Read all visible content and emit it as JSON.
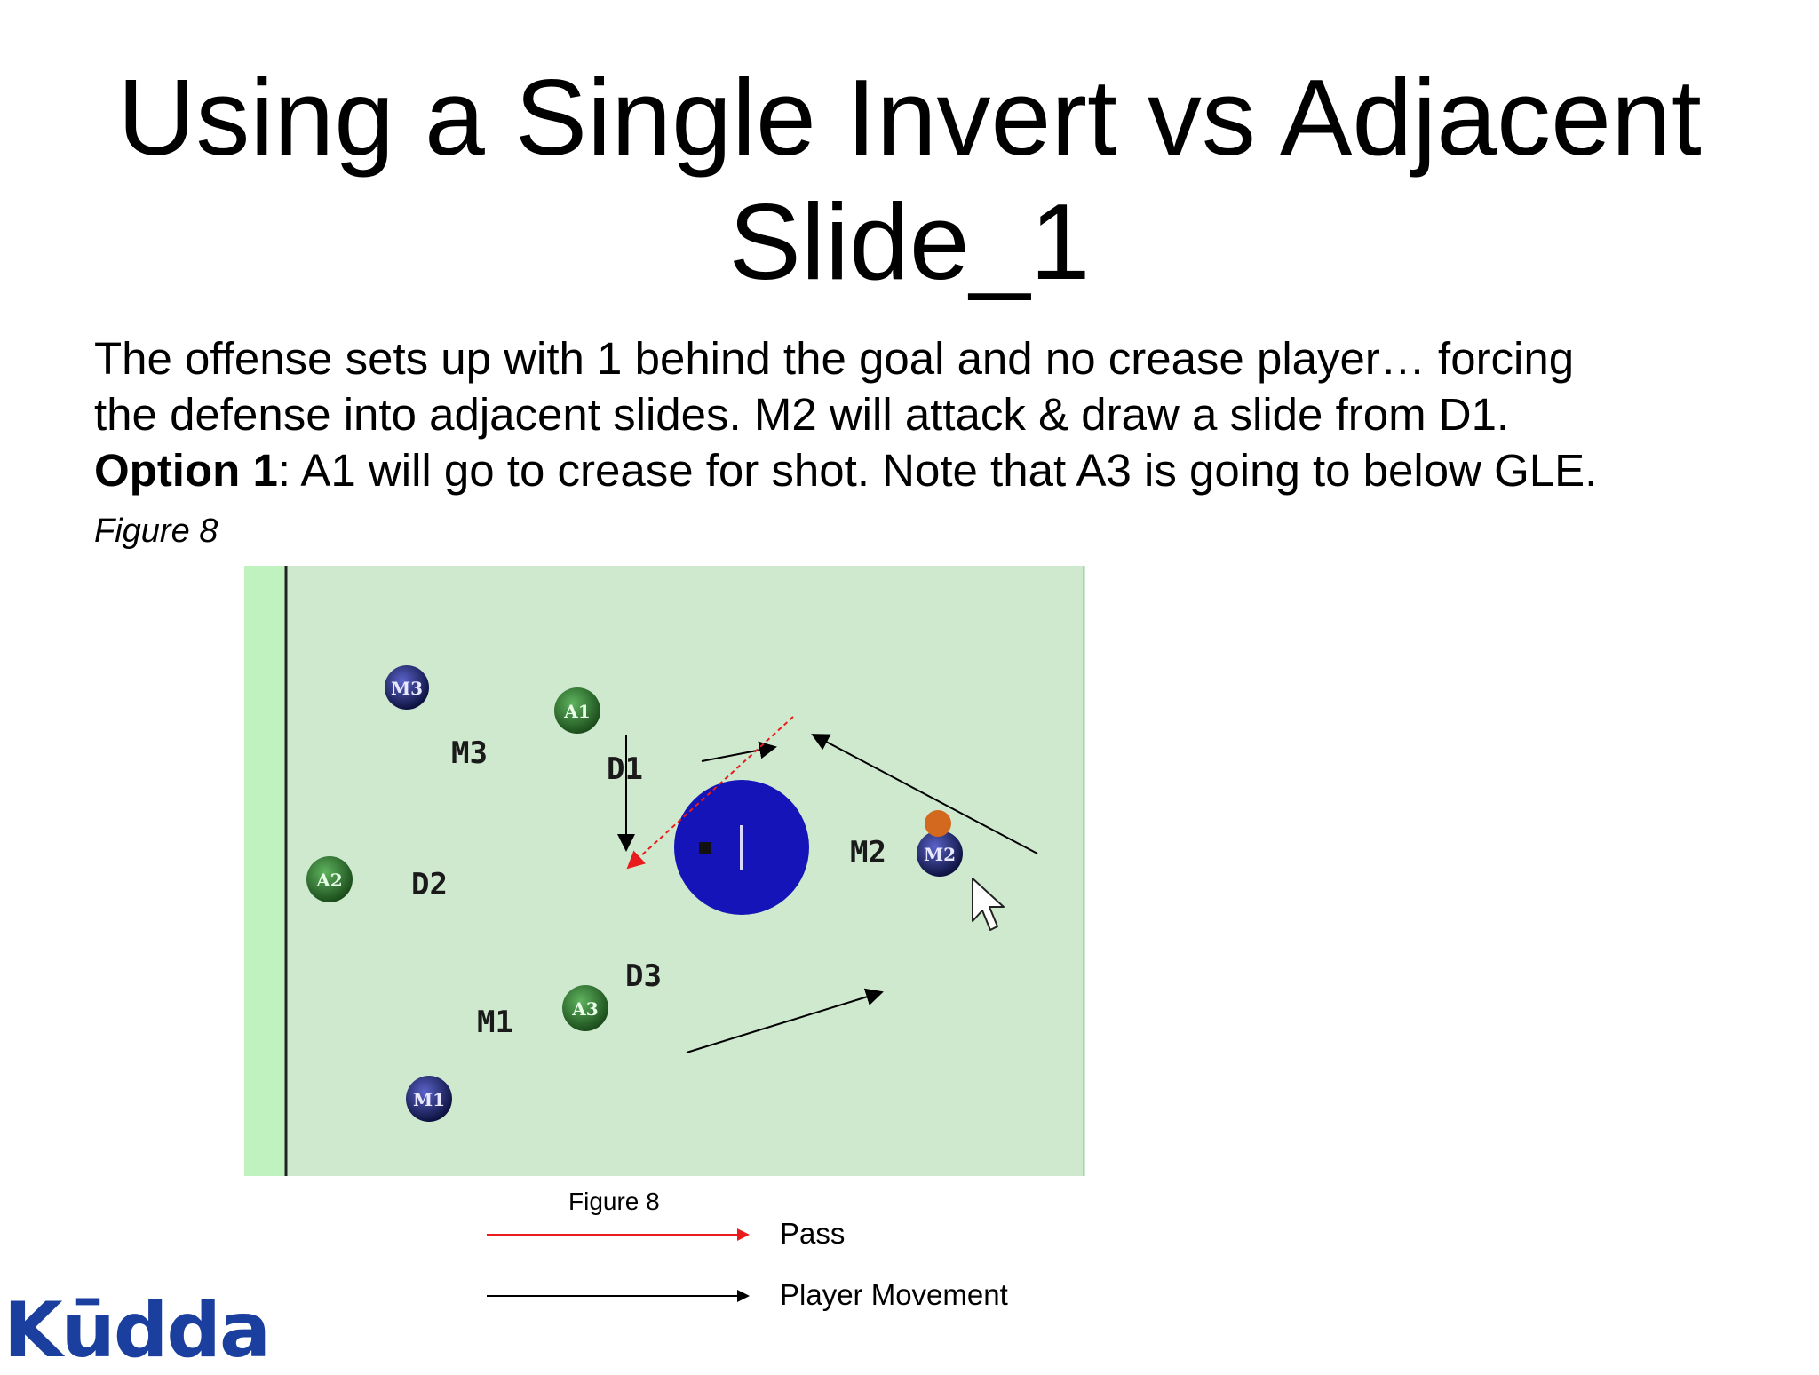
{
  "slide": {
    "title_line1": "Using a Single Invert vs Adjacent",
    "title_line2": "Slide_1",
    "body": {
      "part1": "The offense sets up with 1 behind the goal and no crease player… forcing the defense into adjacent slides. M2 will attack & draw a slide from D1. ",
      "option_label": "Option 1",
      "part2": ": A1 will go to crease for shot. Note that A3 is going to below GLE. ",
      "figure_ref": "Figure 8"
    }
  },
  "diagram": {
    "colors": {
      "field": "#cfe9cf",
      "sideline": "#bff2bf",
      "attack_ball": "#2e7d32",
      "middie_ball": "#1a237e",
      "crease": "#1414b8",
      "pass_arrow": "#e81c1c",
      "move_arrow": "#000000",
      "ball": "#d2691e"
    },
    "players": [
      {
        "id": "m3-ball",
        "label": "M3"
      },
      {
        "id": "a1-ball",
        "label": "A1"
      },
      {
        "id": "a2-ball",
        "label": "A2"
      },
      {
        "id": "a3-ball",
        "label": "A3"
      },
      {
        "id": "m1-ball",
        "label": "M1"
      },
      {
        "id": "m2-ball",
        "label": "M2"
      }
    ],
    "defenders": [
      {
        "id": "m3-label",
        "label": "M3"
      },
      {
        "id": "d1-label",
        "label": "D1"
      },
      {
        "id": "d2-label",
        "label": "D2"
      },
      {
        "id": "d3-label",
        "label": "D3"
      },
      {
        "id": "m1-label",
        "label": "M1"
      },
      {
        "id": "m2-label",
        "label": "M2"
      }
    ],
    "caption": "Figure 8"
  },
  "legend": {
    "pass": "Pass",
    "movement": "Player Movement"
  },
  "logo": {
    "text": "Kūdda",
    "color": "#1b3f9e"
  }
}
